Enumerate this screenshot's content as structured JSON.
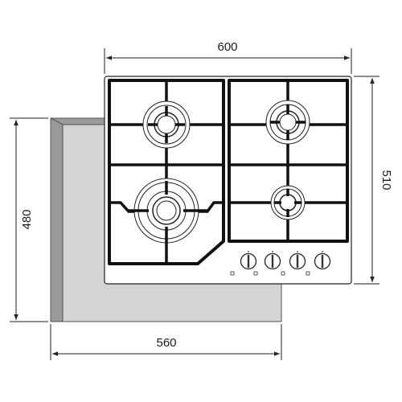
{
  "dimensions": {
    "top_width": "600",
    "right_depth": "510",
    "left_depth": "480",
    "bottom_width": "560"
  },
  "colors": {
    "cutout_fill": "#d4d4d4",
    "cutout_shade": "#9a9a9a",
    "grate": "#111111",
    "line": "#222222",
    "panel": "#ffffff"
  },
  "knobs": {
    "count": 4
  }
}
